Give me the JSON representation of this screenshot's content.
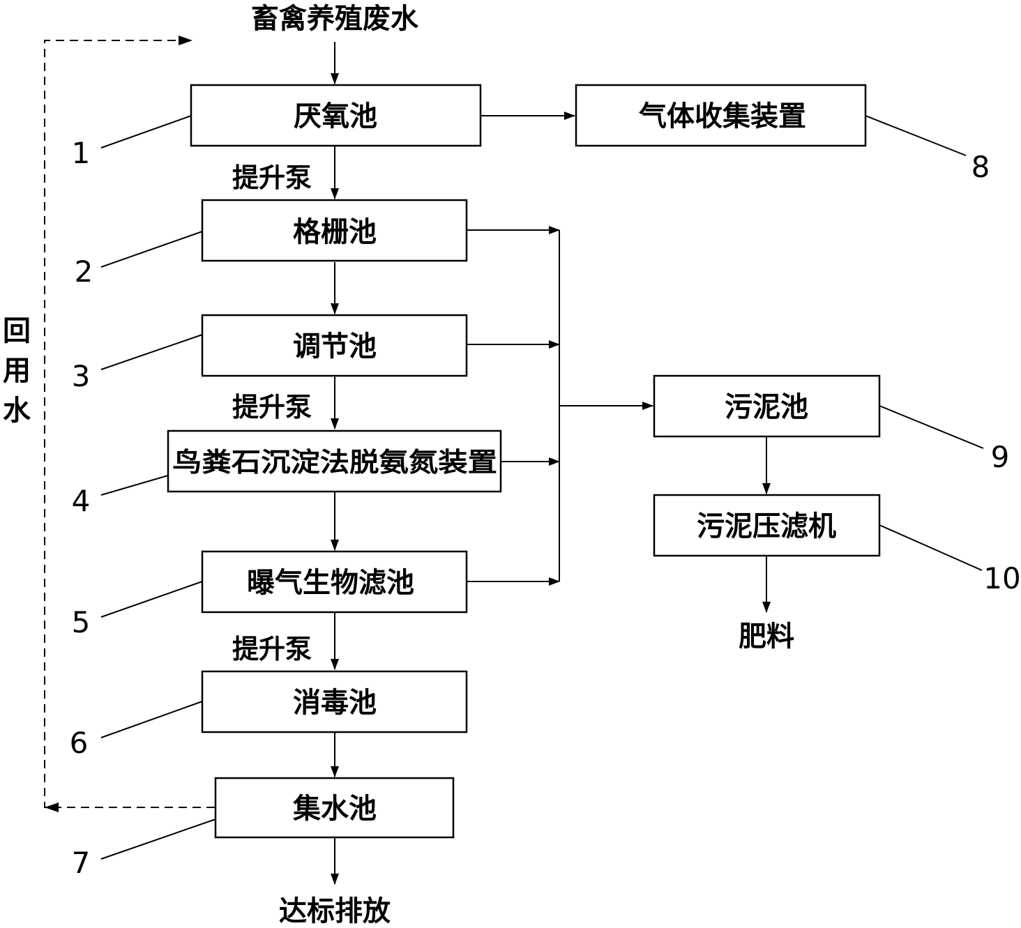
{
  "diagram": {
    "input_label": "畜禽养殖废水",
    "recycle_label": "回用水",
    "output_label": "达标排放",
    "fertilizer_label": "肥料",
    "pump_labels": [
      "提升泵",
      "提升泵",
      "提升泵"
    ],
    "nodes": [
      {
        "id": "anaerobic-tank",
        "label": "厌氧池",
        "number": "1"
      },
      {
        "id": "grid-tank",
        "label": "格栅池",
        "number": "2"
      },
      {
        "id": "regulating-tank",
        "label": "调节池",
        "number": "3"
      },
      {
        "id": "struvite-device",
        "label": "鸟粪石沉淀法脱氨氮装置",
        "number": "4"
      },
      {
        "id": "baf-tank",
        "label": "曝气生物滤池",
        "number": "5"
      },
      {
        "id": "disinfection-tank",
        "label": "消毒池",
        "number": "6"
      },
      {
        "id": "collection-tank",
        "label": "集水池",
        "number": "7"
      },
      {
        "id": "gas-collector",
        "label": "气体收集装置",
        "number": "8"
      },
      {
        "id": "sludge-tank",
        "label": "污泥池",
        "number": "9"
      },
      {
        "id": "sludge-press",
        "label": "污泥压滤机",
        "number": "10"
      }
    ]
  }
}
